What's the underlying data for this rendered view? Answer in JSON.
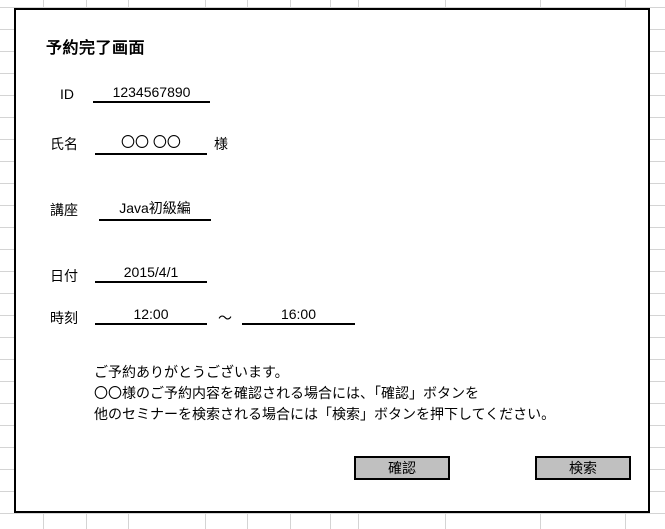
{
  "window": {
    "title": "予約完了画面",
    "background_color": "#ffffff",
    "border_color": "#000000",
    "gridline_color": "#d4d4d4"
  },
  "form": {
    "fields": [
      {
        "label": "ID",
        "value": "1234567890",
        "suffix": ""
      },
      {
        "label": "氏名",
        "value": "〇〇 〇〇",
        "suffix": "様"
      },
      {
        "label": "講座",
        "value": "Java初級編",
        "suffix": ""
      },
      {
        "label": "日付",
        "value": "2015/4/1",
        "suffix": ""
      },
      {
        "label": "時刻",
        "value": "12:00",
        "suffix": ""
      }
    ],
    "time_range": {
      "label": "時刻",
      "start": "12:00",
      "separator": "〜",
      "end": "16:00"
    }
  },
  "message": {
    "line1": "ご予約ありがとうございます。",
    "line2": "〇〇様のご予約内容を確認される場合には、「確認」ボタンを",
    "line3": "他のセミナーを検索される場合には「検索」ボタンを押下してください。"
  },
  "buttons": {
    "confirm": {
      "label": "確認",
      "face_color": "#c0c0c0"
    },
    "search": {
      "label": "検索",
      "face_color": "#c0c0c0"
    }
  }
}
